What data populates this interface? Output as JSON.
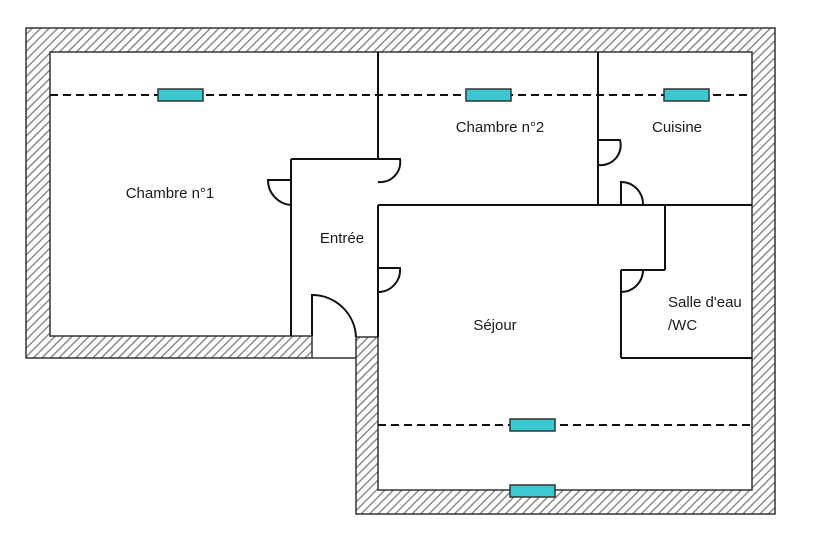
{
  "rooms": {
    "chambre1": "Chambre n°1",
    "chambre2": "Chambre n°2",
    "cuisine": "Cuisine",
    "entree": "Entrée",
    "sejour": "Séjour",
    "salle_line1": "Salle d'eau",
    "salle_line2": "/WC"
  },
  "colors": {
    "wall_hatch": "#a9a9a9",
    "wall_line": "#333333",
    "window_fill": "#3cc8d0",
    "partition": "#111111"
  }
}
